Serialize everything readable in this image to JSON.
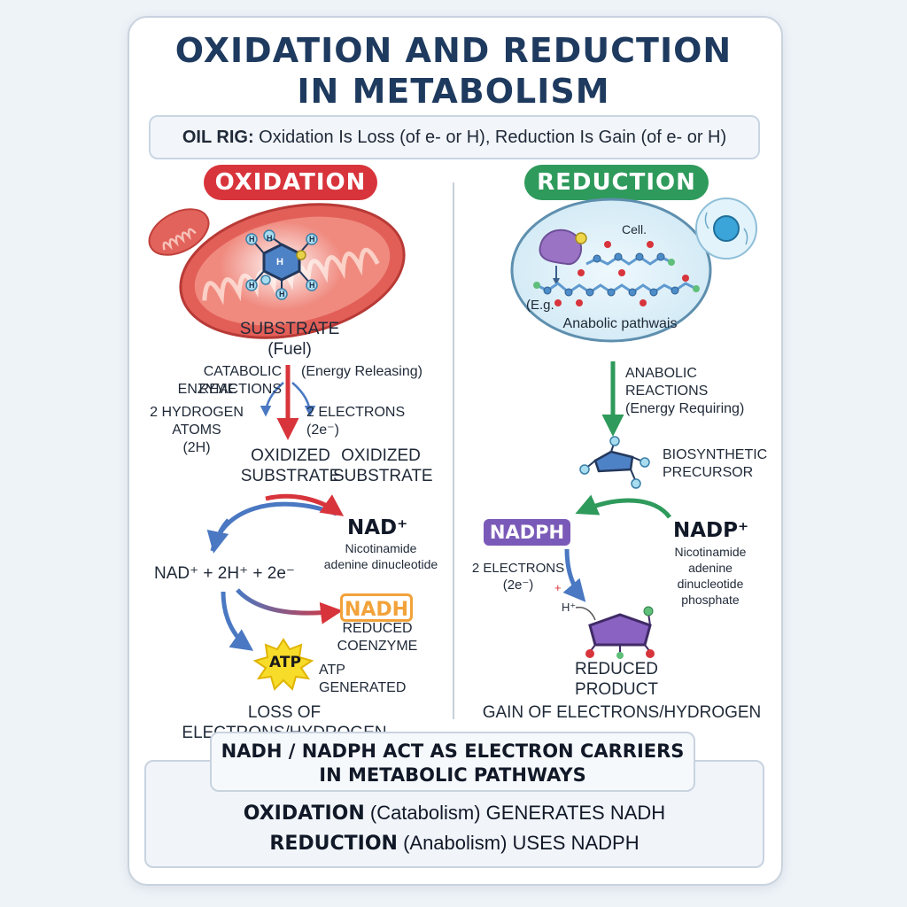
{
  "title": {
    "line1": "OXIDATION AND REDUCTION",
    "line2": "IN METABOLISM"
  },
  "mnemonic": {
    "term": "OIL RIG:",
    "text": "Oxidation Is Loss (of e- or H), Reduction Is Gain (of e- or H)"
  },
  "oxidation": {
    "header": "OXIDATION",
    "molecule_atom": "H",
    "substrate_1": "SUBSTRATE",
    "substrate_2": "(Fuel)",
    "catabolic": "CATABOLIC REACTIONS",
    "energy": "(Energy Releasing)",
    "enzyme": "ENZYME",
    "hydrogen_1": "2 HYDROGEN ATOMS",
    "hydrogen_2": "(2H)",
    "electrons": "2 ELECTRONS (2e⁻)",
    "oxidized_a_1": "OXIDIZED",
    "oxidized_a_2": "SUBSTRATE",
    "oxidized_b_1": "OXIDIZED",
    "oxidized_b_2": "SUBSTRATE",
    "nad_plus": "NAD⁺",
    "nad_full_1": "Nicotinamide",
    "nad_full_2": "adenine dinucleotide",
    "equation": "NAD⁺ + 2H⁺ + 2e⁻",
    "nadh": "NADH",
    "reduced_coenzyme_1": "REDUCED",
    "reduced_coenzyme_2": "COENZYME",
    "atp": "ATP",
    "atp_generated": "ATP GENERATED",
    "summary": "LOSS OF ELECTRONS/HYDROGEN"
  },
  "reduction": {
    "header": "REDUCTION",
    "cell_label": "Cell.",
    "eg_label": "(E.g.",
    "pathway_label": "Anabolic pathwais",
    "anabolic_1": "ANABOLIC REACTIONS",
    "anabolic_2": "(Energy Requiring)",
    "precursor_1": "BIOSYNTHETIC",
    "precursor_2": "PRECURSOR",
    "nadph": "NADPH",
    "nadp_plus": "NADP⁺",
    "nadp_full_1": "Nicotinamide",
    "nadp_full_2": "adenine",
    "nadp_full_3": "dinucleotide",
    "nadp_full_4": "phosphate",
    "electrons_1": "2 ELECTRONS",
    "electrons_2": "(2e⁻)",
    "plus": "+",
    "h_plus": "H⁺",
    "product_1": "REDUCED",
    "product_2": "PRODUCT",
    "summary": "GAIN OF ELECTRONS/HYDROGEN"
  },
  "footer": {
    "carrier_1": "NADH / NADPH ACT AS ELECTRON CARRIERS",
    "carrier_2": "IN METABOLIC PATHWAYS",
    "line1_bold": "OXIDATION",
    "line1_rest": " (Catabolism) GENERATES NADH",
    "line2_bold": "REDUCTION",
    "line2_rest": " (Anabolism) USES NADPH"
  },
  "colors": {
    "oxidation_red": "#d8343b",
    "reduction_green": "#2e9a5b",
    "nadph_purple": "#7a5ab8",
    "nadh_orange": "#f2a23a",
    "atp_yellow": "#f7dc2a",
    "arrow_blue": "#4a78c2",
    "title_navy": "#1e3a5f"
  }
}
